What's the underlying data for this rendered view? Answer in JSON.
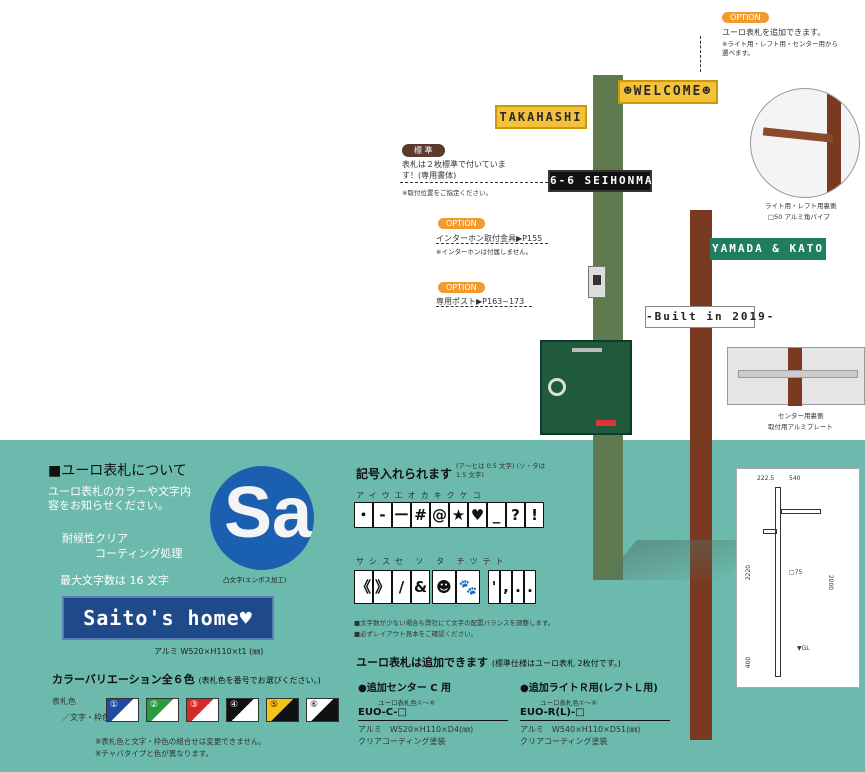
{
  "signs": {
    "welcome": "☻WELCOME☻",
    "takahashi": "TAKAHASHI",
    "address": "6-6 SEIHONMACHI",
    "yamada": "YAMADA & KATO",
    "built": "-Built in 2019-"
  },
  "badges": {
    "option": "OPTION",
    "standard": "標 準"
  },
  "notes": {
    "add_euro": "ユーロ表札を追加できます。",
    "add_euro_sub": "※ライト用・レフト用・センター用から選べます。",
    "standard": "表札は２枚標準で付いています！(専用書体)",
    "position": "※取付位置をご指定ください。",
    "intercom": "インターホン取付金具▶P155",
    "intercom_sub": "※インターホンは付属しません。",
    "post": "専用ポスト▶P163~173"
  },
  "captions": {
    "back_light": "ライト用・レフト用裏側",
    "pipe": "□50 アルミ角パイプ",
    "back_center": "センター用裏側",
    "plate": "取付用アルミプレート"
  },
  "euro": {
    "title": "■ユーロ表札について",
    "desc": "ユーロ表札のカラーや文字内容をお知らせください。",
    "feature1": "耐候性クリア",
    "feature2": "コーティング処理",
    "max_chars": "最大文字数は 16 文字",
    "emboss_letters": "Sa",
    "emboss_caption": "凸文字(エンボス加工)",
    "saito": "Saito's home♥",
    "saito_spec": "アルミ W520×H110×t1 (㎜)",
    "color_title": "カラーバリエーション全６色",
    "color_title_sub": "(表札色を番号でお選びください。)",
    "plate_color": "表札色",
    "text_frame": "／文字・枠色",
    "swatches": [
      "①",
      "②",
      "③",
      "④",
      "⑤",
      "⑥"
    ],
    "color_note1": "※表札色と文字・枠色の組合せは変更できません。",
    "color_note2": "※チャバタイプと色が異なります。"
  },
  "symbols": {
    "title": "記号入れられます",
    "note": "(ア〜ヒは 0.5 文字) (ソ・タは 1.5 文字)",
    "kana1": "アイウエオカキクケコ",
    "kana2": "サシスセ ソ タ チツテト",
    "row1": [
      "・",
      "-",
      "ー",
      "#",
      "@",
      "★",
      "♥",
      "_",
      "?",
      "!"
    ],
    "row2": [
      "《",
      "》",
      "/",
      "&",
      "☻",
      "🐾",
      "'",
      ",",
      ".",
      "."
    ],
    "note2": "■文字数が少ない場合も弊社にて文字の配置バランスを調整します。",
    "note3": "■必ずレイアウト見本をご確認ください。"
  },
  "addon": {
    "title": "ユーロ表札は追加できます",
    "title_sub": "(標準仕様はユーロ表札 2枚付です。)",
    "center": {
      "title": "●追加センター C 用",
      "range": "ユーロ表札色①〜⑥",
      "code": "EUO-C-□",
      "spec": "アルミ　W520×H110×D4(㎜)",
      "coat": "クリアコーティング塗装"
    },
    "right": {
      "title": "●追加ライトＲ用(レフトＬ用)",
      "range": "ユーロ表札色①〜⑥",
      "code": "EUO-R(L)-□",
      "spec": "アルミ　W540×H110×D51(㎜)",
      "coat": "クリアコーティング塗装"
    }
  },
  "dims": {
    "top": "222.5",
    "width": "540",
    "height": "2220",
    "total": "2000",
    "pipe": "□75",
    "gl": "▼GL",
    "bottom": "400"
  }
}
